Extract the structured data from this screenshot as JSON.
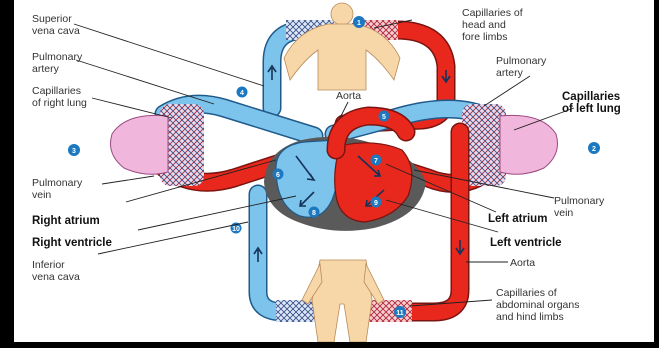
{
  "labels": {
    "superior_vena_cava": [
      "Superior",
      "vena cava"
    ],
    "capillaries_head": [
      "Capillaries of",
      "head and",
      "fore limbs"
    ],
    "pulmonary_artery_left": [
      "Pulmonary",
      "artery"
    ],
    "pulmonary_artery_right": [
      "Pulmonary",
      "artery"
    ],
    "capillaries_right_lung": [
      "Capillaries",
      "of right lung"
    ],
    "aorta_top": "Aorta",
    "capillaries_left_lung": [
      "Capillaries",
      "of left lung"
    ],
    "pulmonary_vein_left": [
      "Pulmonary",
      "vein"
    ],
    "pulmonary_vein_right": [
      "Pulmonary",
      "vein"
    ],
    "right_atrium": "Right atrium",
    "left_atrium": "Left atrium",
    "right_ventricle": "Right ventricle",
    "left_ventricle": "Left ventricle",
    "inferior_vena_cava": [
      "Inferior",
      "vena cava"
    ],
    "aorta_bottom": "Aorta",
    "capillaries_abdominal": [
      "Capillaries of",
      "abdominal organs",
      "and hind limbs"
    ]
  },
  "markers": [
    "1",
    "2",
    "3",
    "4",
    "5",
    "6",
    "7",
    "8",
    "9",
    "10",
    "11"
  ],
  "colors": {
    "deoxygenated": "#7cc4ec",
    "oxygenated": "#e8281c",
    "heart_shadow": "#5a5a5a",
    "lung": "#f0b6dc",
    "skin": "#f7d7a8",
    "marker": "#1c78c0"
  }
}
